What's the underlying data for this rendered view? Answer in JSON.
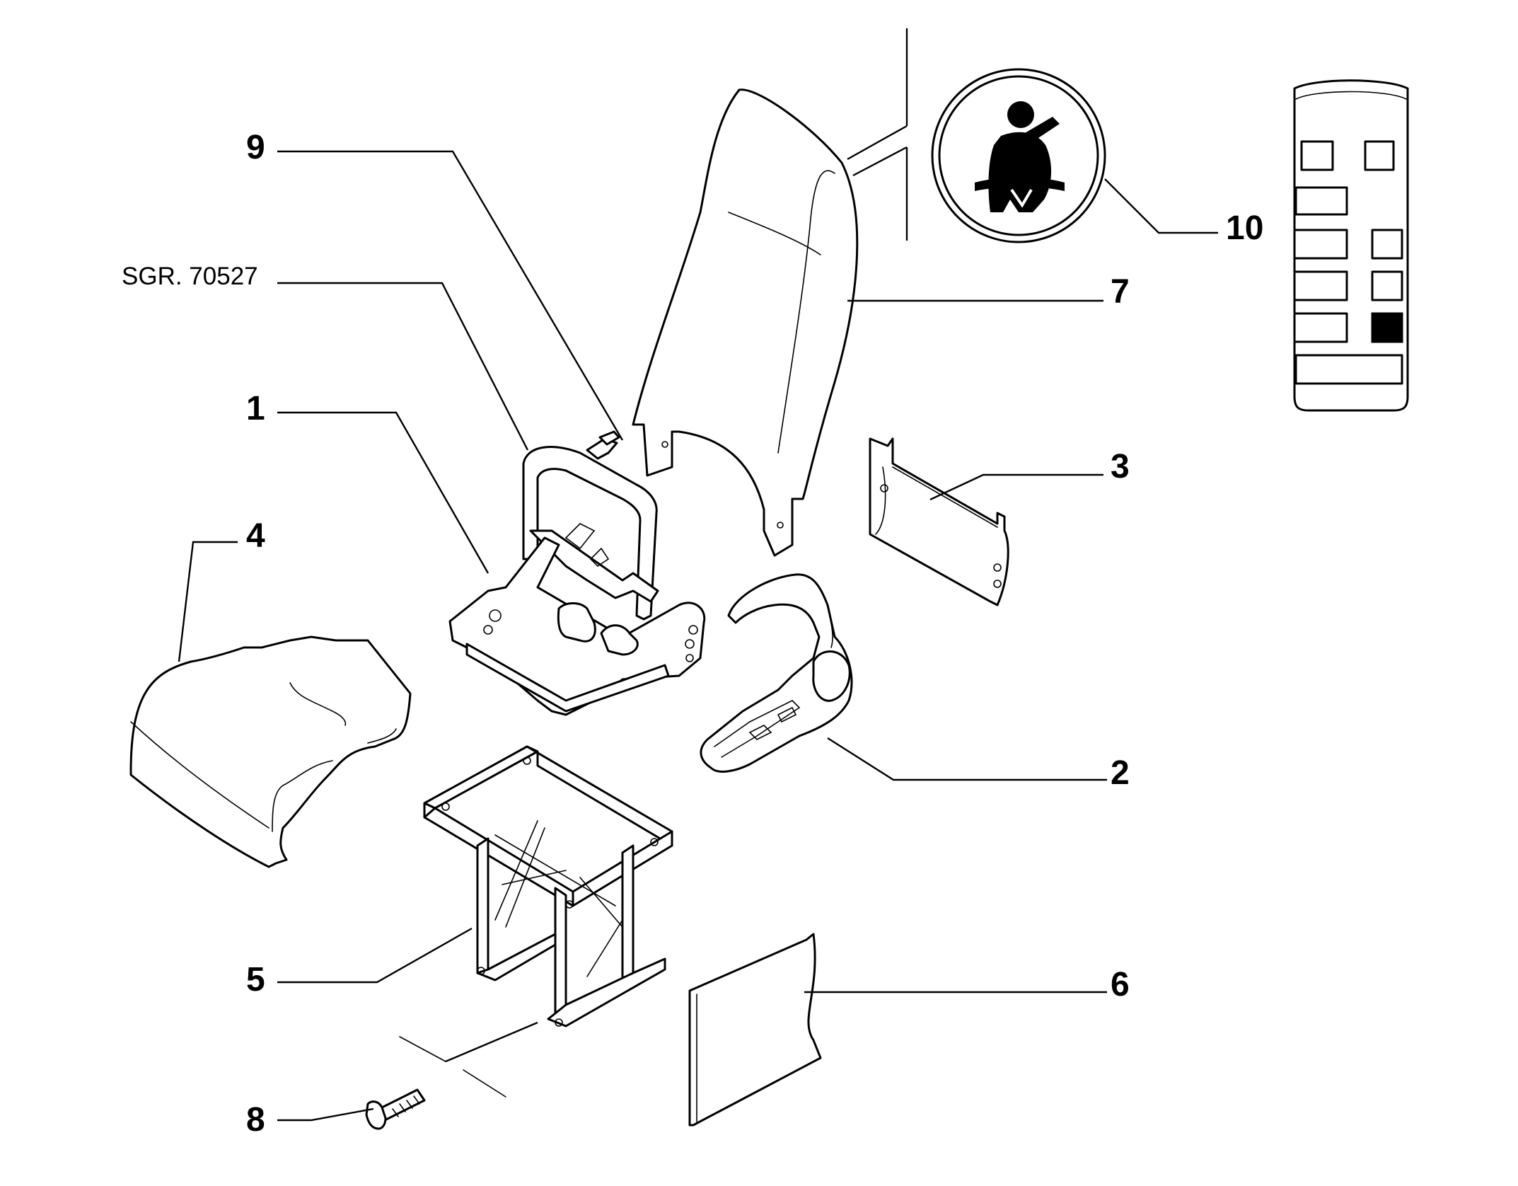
{
  "labels": {
    "part_1": "1",
    "part_2": "2",
    "part_3": "3",
    "part_4": "4",
    "part_5": "5",
    "part_6": "6",
    "part_7": "7",
    "part_8": "8",
    "part_9": "9",
    "part_10": "10",
    "sgr_ref": "SGR. 70527"
  },
  "icons": {
    "seatbelt": "seatbelt-warning-icon",
    "remote": "remote-control-icon"
  },
  "colors": {
    "line": "#000000",
    "background": "#ffffff"
  }
}
